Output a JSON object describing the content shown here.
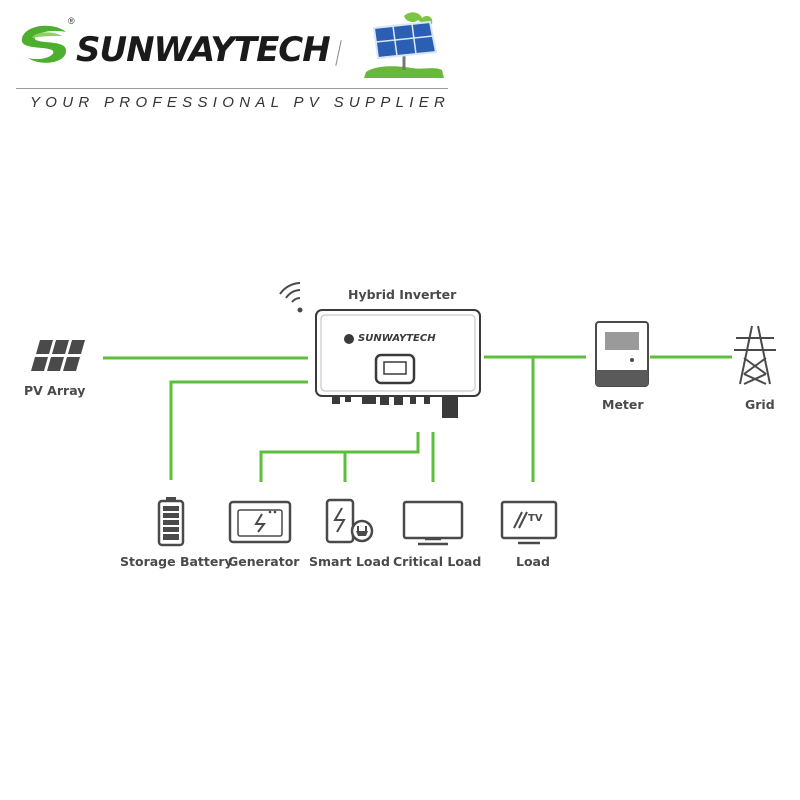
{
  "header": {
    "brand": "SUNWAYTECH",
    "registered_mark": "®",
    "tagline": "YOUR PROFESSIONAL PV SUPPLIER"
  },
  "diagram": {
    "inverter": {
      "label": "Hybrid Inverter",
      "brand": "SUNWAYTECH"
    },
    "nodes": {
      "pv_array": "PV Array",
      "meter": "Meter",
      "grid": "Grid",
      "storage_battery": "Storage Battery",
      "generator": "Generator",
      "smart_load": "Smart Load",
      "critical_load": "Critical Load",
      "load": "Load"
    },
    "tv_text": "TV"
  },
  "colors": {
    "connection": "#5cbf3a",
    "brand_green": "#4caf2e",
    "icon_gray": "#4a4a4a"
  },
  "icons": {
    "logo": "swirl-logo-icon",
    "solar_tree": "solar-panel-tree-icon",
    "wifi": "wifi-signal-icon"
  }
}
